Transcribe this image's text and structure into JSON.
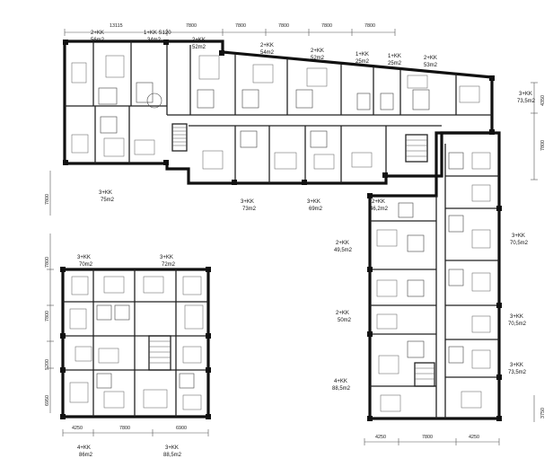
{
  "units": [
    {
      "type": "2+KK",
      "area": "56m2"
    },
    {
      "type": "1+KK S120",
      "area": "34m2"
    },
    {
      "type": "2+KK",
      "area": "52m2"
    },
    {
      "type": "2+KK",
      "area": "54m2"
    },
    {
      "type": "2+KK",
      "area": "52m2"
    },
    {
      "type": "1+KK",
      "area": "25m2"
    },
    {
      "type": "1+KK",
      "area": "25m2"
    },
    {
      "type": "2+KK",
      "area": "53m2"
    },
    {
      "type": "3+KK",
      "area": "73,5m2"
    },
    {
      "type": "3+KK",
      "area": "75m2"
    },
    {
      "type": "3+KK",
      "area": "73m2"
    },
    {
      "type": "3+KK",
      "area": "69m2"
    },
    {
      "type": "2+KK",
      "area": "46,2m2"
    },
    {
      "type": "2+KK",
      "area": "49,5m2"
    },
    {
      "type": "3+KK",
      "area": "70,5m2"
    },
    {
      "type": "2+KK",
      "area": "50m2"
    },
    {
      "type": "3+KK",
      "area": "70,5m2"
    },
    {
      "type": "3+KK",
      "area": "73,5m2"
    },
    {
      "type": "4+KK",
      "area": "88,5m2"
    },
    {
      "type": "3+KK",
      "area": "70m2"
    },
    {
      "type": "3+KK",
      "area": "72m2"
    },
    {
      "type": "4+KK",
      "area": "86m2"
    },
    {
      "type": "3+KK",
      "area": "88,5m2"
    }
  ],
  "dimensions": {
    "top": [
      "13115",
      "7800",
      "7800",
      "7800",
      "7800",
      "7800"
    ],
    "top_right": [
      "4350",
      "7800"
    ],
    "left_upper": [
      "7800"
    ],
    "left_lower": [
      "7800",
      "7800",
      "5200",
      "6950"
    ],
    "bottom_left": [
      "4250",
      "7800",
      "6900"
    ],
    "bottom_right": [
      "4250",
      "7800",
      "4250"
    ],
    "right_bottom": [
      "3750"
    ]
  }
}
